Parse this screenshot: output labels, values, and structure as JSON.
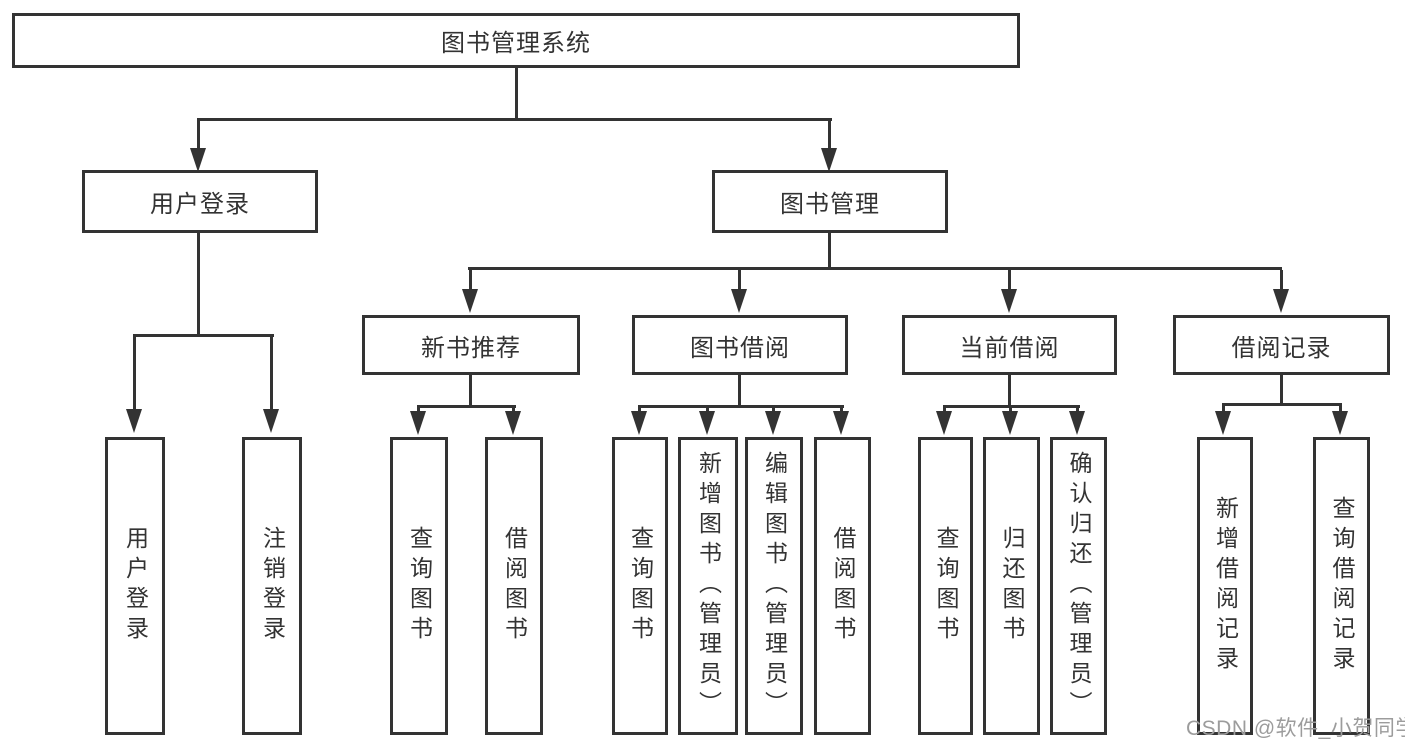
{
  "tree": {
    "root": "图书管理系统",
    "branches": [
      {
        "label": "用户登录",
        "children": [
          "用户登录",
          "注销登录"
        ]
      },
      {
        "label": "图书管理",
        "groups": [
          {
            "label": "新书推荐",
            "children": [
              "查询图书",
              "借阅图书"
            ]
          },
          {
            "label": "图书借阅",
            "children": [
              "查询图书",
              "新增图书（管理员）",
              "编辑图书（管理员）",
              "借阅图书"
            ]
          },
          {
            "label": "当前借阅",
            "children": [
              "查询图书",
              "归还图书",
              "确认归还（管理员）"
            ]
          },
          {
            "label": "借阅记录",
            "children": [
              "新增借阅记录",
              "查询借阅记录"
            ]
          }
        ]
      }
    ]
  },
  "watermark": {
    "text": "CSDN @软件_小贺同学"
  },
  "colors": {
    "line": "#333333",
    "text": "#333333",
    "node_fill": "#ffffff",
    "watermark": "#9c9c9c",
    "background": "#ffffff"
  }
}
